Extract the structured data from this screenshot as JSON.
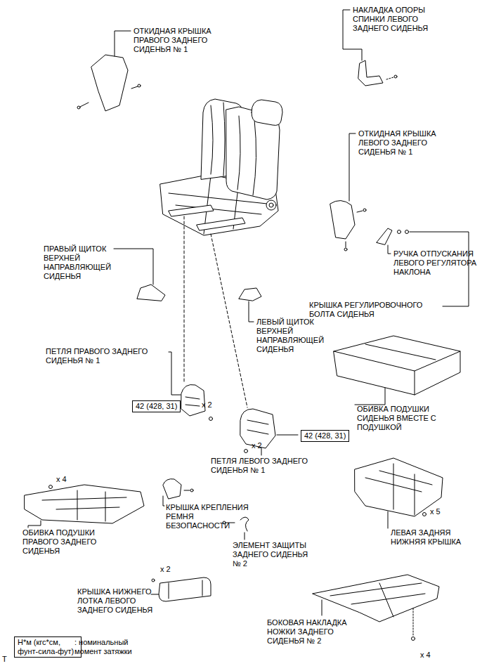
{
  "diagram": {
    "nodes": [
      {
        "text": [
          "42 (428, 31)"
        ]
      },
      {
        "text": [
          "42 (428, 31)"
        ]
      },
      {
        "text": [
          "Н*м (кгс*см, фунт-сила-фут)"
        ]
      }
    ],
    "labels": [
      "ОТКИДНАЯ КРЫШКА ПРАВОГО ЗАДНЕГО СИДЕНЬЯ № 1",
      "НАКЛАДКА ОПОРЫ СПИНКИ ЛЕВОГО ЗАДНЕГО СИДЕНЬЯ",
      "ОТКИДНАЯ КРЫШКА ЛЕВОГО ЗАДНЕГО СИДЕНЬЯ № 1",
      "ПРАВЫЙ ЩИТОК ВЕРХНЕЙ НАПРАВЛЯЮЩЕЙ СИДЕНЬЯ",
      "РУЧКА ОТПУСКАНИЯ ЛЕВОГО РЕГУЛЯТОРА НАКЛОНА",
      "КРЫШКА РЕГУЛИРОВОЧНОГО БОЛТА СИДЕНЬЯ",
      "ЛЕВЫЙ ЩИТОК ВЕРХНЕЙ НАПРАВЛЯЮЩЕЙ СИДЕНЬЯ",
      "ПЕТЛЯ ПРАВОГО ЗАДНЕГО СИДЕНЬЯ № 1",
      "x 2",
      "ОБИВКА ПОДУШКИ СИДЕНЬЯ ВМЕСТЕ С ПОДУШКОЙ",
      "x 2",
      "ПЕТЛЯ ЛЕВОГО ЗАДНЕГО СИДЕНЬЯ № 1",
      "x 4",
      "КРЫШКА КРЕПЛЕНИЯ РЕМНЯ БЕЗОПАСНОСТИ",
      "x 5",
      "ОБИВКА ПОДУШКИ ПРАВОГО ЗАДНЕГО СИДЕНЬЯ",
      "ЛЕВАЯ ЗАДНЯЯ НИЖНЯЯ КРЫШКА",
      "ЭЛЕМЕНТ ЗАЩИТЫ ЗАДНЕГО СИДЕНЬЯ № 2",
      "x 2",
      "КРЫШКА НИЖНЕГО ЛОТКА ЛЕВОГО ЗАДНЕГО СИДЕНЬЯ",
      "БОКОВАЯ НАКЛАДКА НОЖКИ ЗАДНЕГО СИДЕНЬЯ № 2",
      "x 4",
      ": номинальный момент затяжки",
      "T"
    ]
  }
}
